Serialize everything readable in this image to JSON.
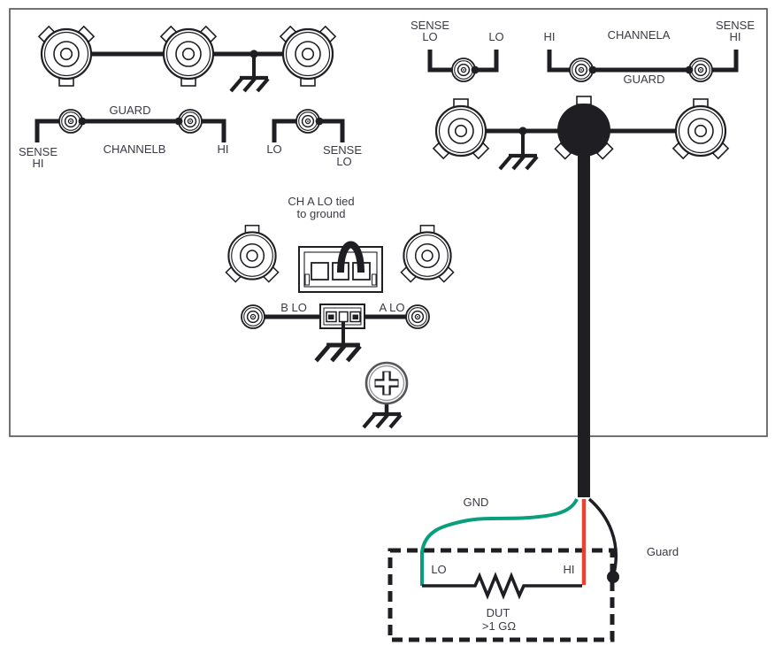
{
  "colors": {
    "line": "#1f1f23",
    "text": "#3a3a46",
    "gnd_wire": "#0a9e7c",
    "hi_wire": "#e8432e",
    "panel_border": "#4f4f54"
  },
  "panel_b": {
    "guard": "GUARD",
    "sense_hi": [
      "SENSE",
      "HI"
    ],
    "channel": "CHANNELB",
    "hi": "HI",
    "lo": "LO",
    "sense_lo": [
      "SENSE",
      "LO"
    ]
  },
  "panel_a": {
    "sense_lo": [
      "SENSE",
      "LO"
    ],
    "lo": "LO",
    "hi": "HI",
    "channel": "CHANNELA",
    "sense_hi": [
      "SENSE",
      "HI"
    ],
    "guard": "GUARD"
  },
  "jumper": {
    "note": [
      "CH A LO tied",
      "to ground"
    ],
    "b_lo": "B LO",
    "a_lo": "A LO"
  },
  "dut": {
    "gnd": "GND",
    "guard": "Guard",
    "lo": "LO",
    "hi": "HI",
    "name": "DUT",
    "value": ">1 GΩ"
  }
}
